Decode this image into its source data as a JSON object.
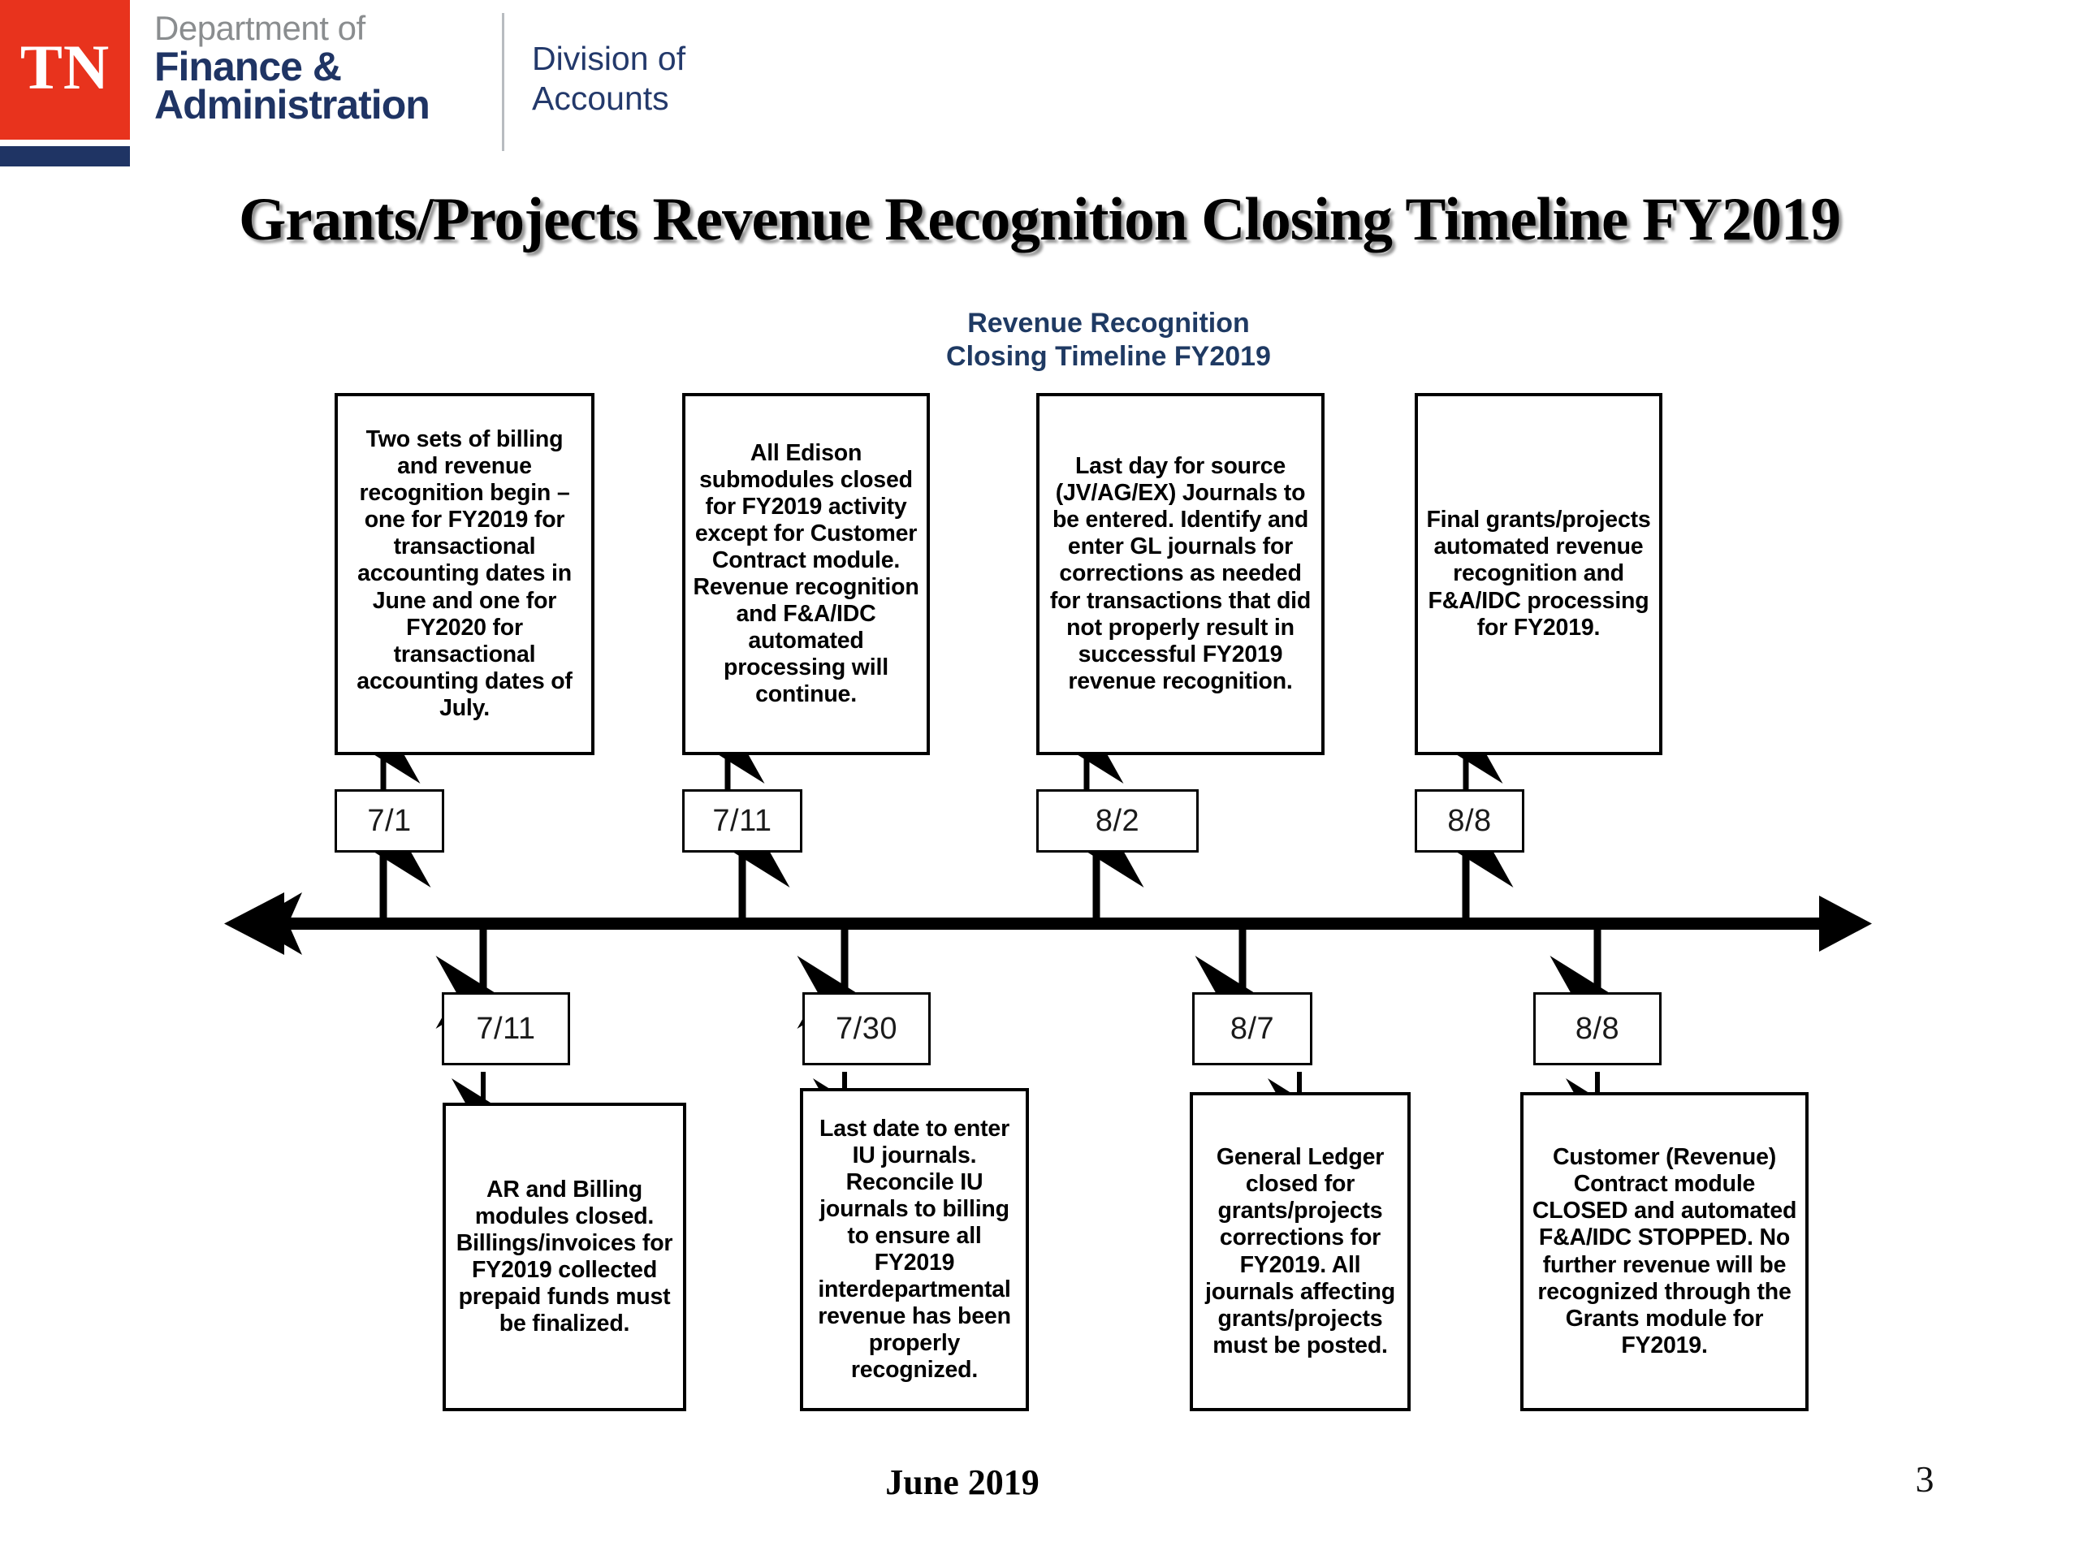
{
  "header": {
    "logo_text": "TN",
    "department_line1": "Department of",
    "department_line2": "Finance &",
    "department_line3": "Administration",
    "division_line1": "Division of",
    "division_line2": "Accounts",
    "brand_red": "#E8331D",
    "brand_navy": "#1F3464",
    "brand_gray": "#8A8D8F"
  },
  "page_title": "Grants/Projects Revenue Recognition Closing Timeline FY2019",
  "diagram": {
    "subtitle_line1": "Revenue Recognition",
    "subtitle_line2": "Closing Timeline FY2019",
    "above": [
      {
        "date": "7/1",
        "note": "Two sets of billing and revenue recognition begin – one for FY2019 for transactional accounting dates in June and one for FY2020 for transactional accounting dates of July."
      },
      {
        "date": "7/11",
        "note": "All Edison submodules closed for FY2019 activity except for Customer Contract module. Revenue recognition and F&A/IDC automated processing will continue."
      },
      {
        "date": "8/2",
        "note": "Last day for source (JV/AG/EX) Journals to be entered. Identify and enter GL journals for corrections as needed for transactions that did not properly result in successful FY2019 revenue recognition."
      },
      {
        "date": "8/8",
        "note": "Final grants/projects automated revenue recognition and F&A/IDC processing for FY2019."
      }
    ],
    "below": [
      {
        "date": "7/11",
        "note": "AR and Billing modules closed. Billings/invoices for FY2019 collected prepaid funds must be finalized."
      },
      {
        "date": "7/30",
        "note": "Last date to enter IU journals. Reconcile IU journals to billing to ensure all FY2019 interdepartmental revenue has been properly recognized."
      },
      {
        "date": "8/7",
        "note": "General Ledger closed for grants/projects corrections for FY2019.    All journals affecting grants/projects must be posted."
      },
      {
        "date": "8/8",
        "note": "Customer (Revenue) Contract module CLOSED and automated F&A/IDC STOPPED. No further revenue will be recognized through the Grants module for FY2019."
      }
    ]
  },
  "footer": {
    "date_label": "June 2019",
    "page_number": "3"
  }
}
